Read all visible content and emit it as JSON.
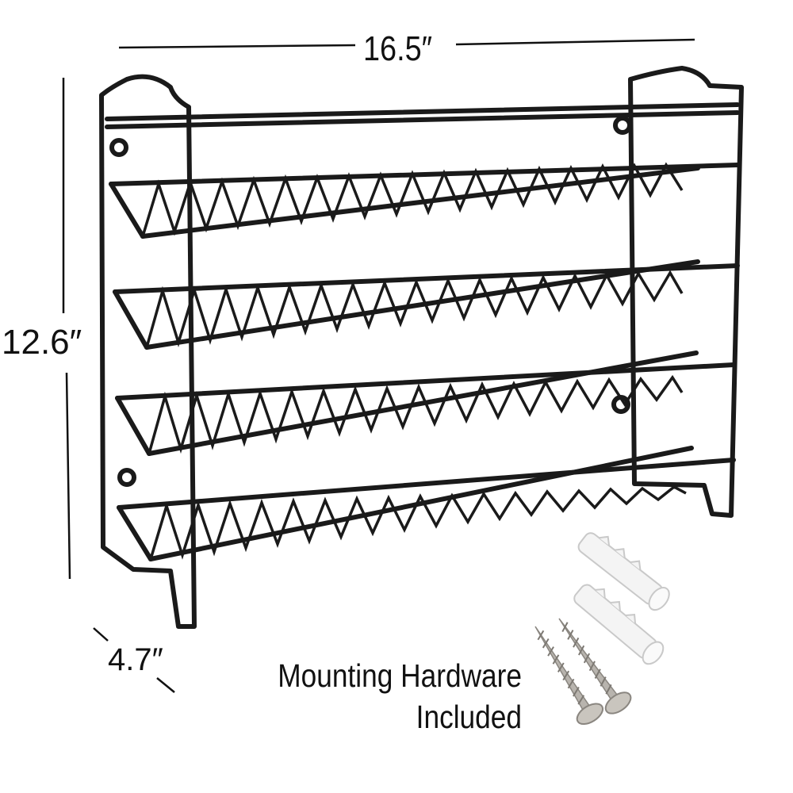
{
  "product": {
    "name": "4-tier wall-mounted wire rack",
    "color": "#1a1a1a",
    "tiers": 4
  },
  "dimensions": {
    "width": "16.5″",
    "height": "12.6″",
    "depth": "4.7″"
  },
  "hardware": {
    "caption_line1": "Mounting Hardware",
    "caption_line2": "Included",
    "items": [
      {
        "type": "wall anchor",
        "color": "#f2f2f2",
        "count": 2
      },
      {
        "type": "screw",
        "color": "#b8b4ae",
        "count": 2
      }
    ]
  },
  "colors": {
    "background": "#ffffff",
    "text": "#111111",
    "dimension_line": "#111111"
  }
}
